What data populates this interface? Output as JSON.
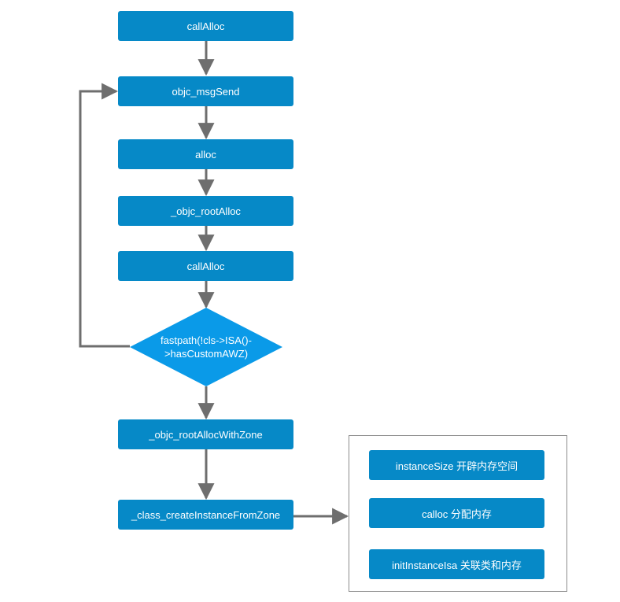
{
  "colors": {
    "node_fill": "#0689c7",
    "decision_fill": "#0a9ae8",
    "edge": "#6e6e6e",
    "text": "#ffffff",
    "group_border": "#8c8c8c"
  },
  "flow": {
    "n1": "callAlloc",
    "n2": "objc_msgSend",
    "n3": "alloc",
    "n4": "_objc_rootAlloc",
    "n5": "callAlloc",
    "decision_line1": "fastpath(!cls->ISA()-",
    "decision_line2": ">hasCustomAWZ)",
    "n6": "_objc_rootAllocWithZone",
    "n7": "_class_createInstanceFromZone"
  },
  "group": {
    "items": [
      "instanceSize 开辟内存空间",
      "calloc 分配内存",
      "initInstanceIsa 关联类和内存"
    ]
  }
}
